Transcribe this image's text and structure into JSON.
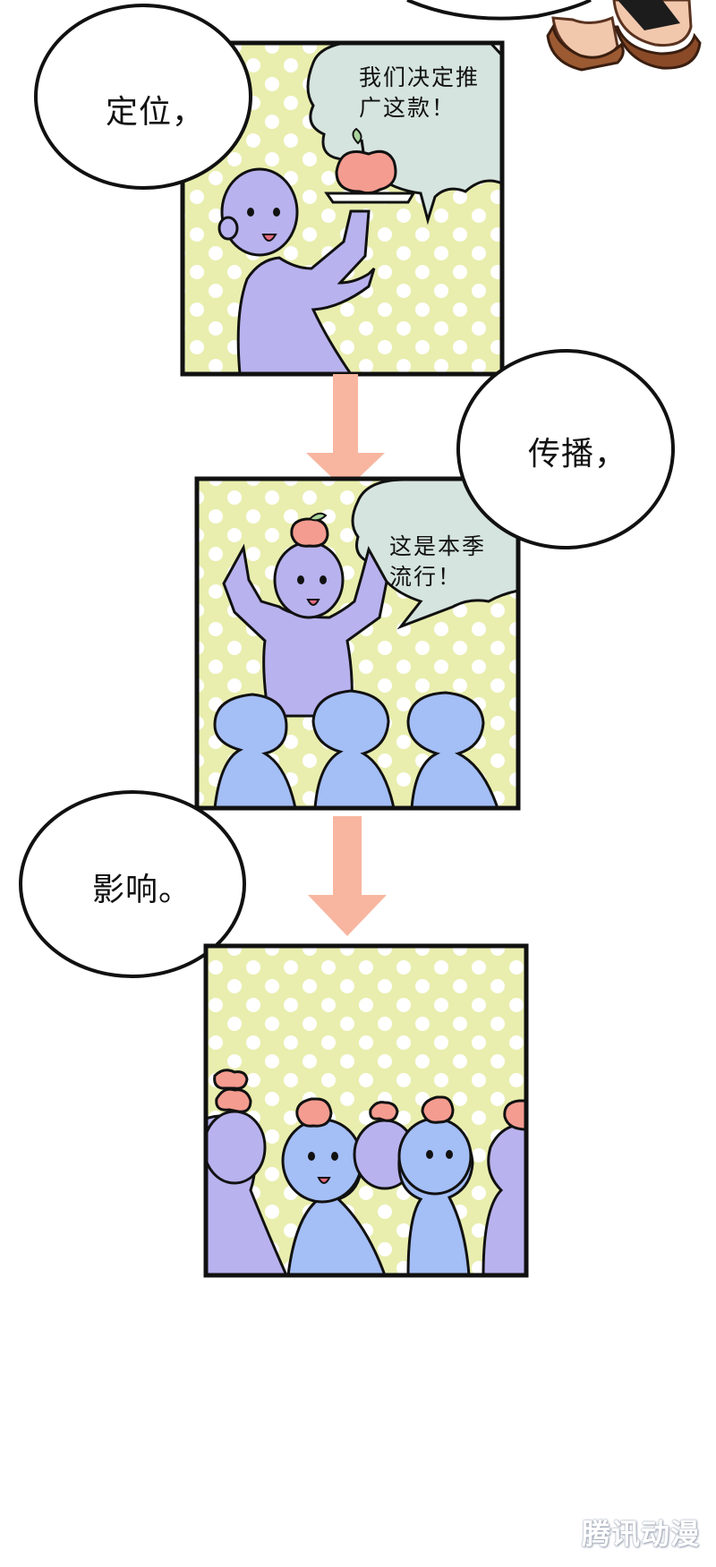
{
  "panels": [
    {
      "narration": "定位，",
      "speech_line1": "我们决定推",
      "speech_line2": "广这款！"
    },
    {
      "narration": "传播，",
      "speech_line1": "这是本季",
      "speech_line2": "流行！"
    },
    {
      "narration": "影响。"
    }
  ],
  "watermark": "腾讯动漫",
  "colors": {
    "panel_bg": "#e9eeae",
    "panel_dot": "#ffffff",
    "panel_border": "#111111",
    "speech_bubble": "#d5e4de",
    "character_lavender": "#b8b2ee",
    "character_blue": "#a4bef6",
    "apple": "#f59c90",
    "apple_leaf": "#a8d49c",
    "arrow": "#f8b6a0"
  }
}
